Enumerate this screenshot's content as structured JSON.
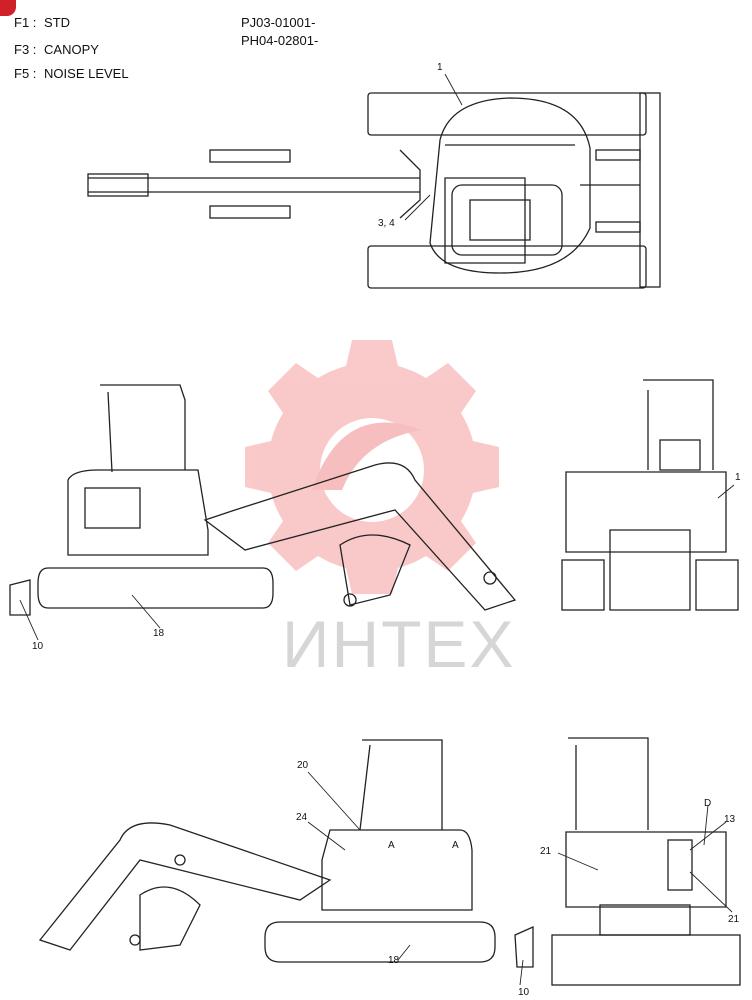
{
  "header": {
    "variants": [
      {
        "code": "F1",
        "sep": ":",
        "name": "STD"
      },
      {
        "code": "F3",
        "sep": ":",
        "name": "CANOPY"
      },
      {
        "code": "F5",
        "sep": ":",
        "name": "NOISE LEVEL"
      }
    ],
    "serials": [
      "PJ03-01001-",
      "PH04-02801-"
    ]
  },
  "watermark": {
    "text": "ИНТЕХ",
    "color": "#e8393e"
  },
  "callouts": {
    "top_view": {
      "leader": "1",
      "label": "3, 4"
    },
    "side_left": {
      "a": "10",
      "b": "18"
    },
    "front_view": {
      "leader": "1"
    },
    "side_right": {
      "a": "20",
      "b": "24",
      "c": "18",
      "d": "10",
      "decal_a": "A",
      "decal_b": "A"
    },
    "rear_view": {
      "a": "21",
      "b": "13",
      "c": "21",
      "d": "D"
    }
  }
}
